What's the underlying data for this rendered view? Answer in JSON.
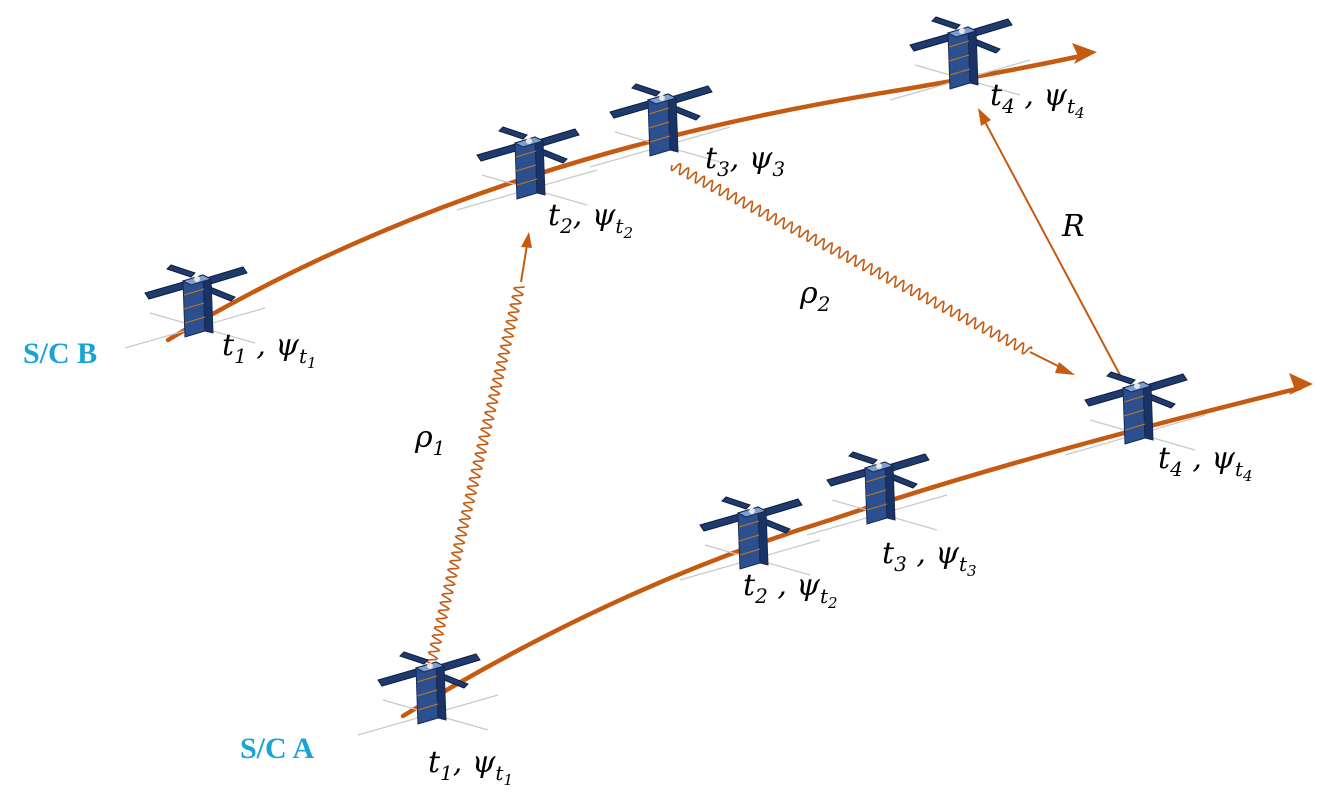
{
  "colors": {
    "orbit": "#c55a11",
    "spacecraft_label": "#1aa3d3",
    "spacecraft_body": "#2c4f8f",
    "solar_panel": "#1f3a6e"
  },
  "spacecraft": {
    "b": {
      "name": "S/C B",
      "states": [
        {
          "t": "t",
          "t_sub": "1",
          "sep": " , ",
          "psi": "ψ",
          "psi_sub": "t",
          "psi_subsub": "1"
        },
        {
          "t": "t",
          "t_sub": "2",
          "sep": ", ",
          "psi": "ψ",
          "psi_sub": "t",
          "psi_subsub": "2"
        },
        {
          "t": "t",
          "t_sub": "3",
          "sep": ", ",
          "psi": "ψ",
          "psi_sub": "3",
          "psi_subsub": ""
        },
        {
          "t": "t",
          "t_sub": "4",
          "sep": " , ",
          "psi": "ψ",
          "psi_sub": "t",
          "psi_subsub": "4"
        }
      ]
    },
    "a": {
      "name": "S/C A",
      "states": [
        {
          "t": "t",
          "t_sub": "1",
          "sep": ", ",
          "psi": "ψ",
          "psi_sub": "t",
          "psi_subsub": "1"
        },
        {
          "t": "t",
          "t_sub": "2",
          "sep": " , ",
          "psi": "ψ",
          "psi_sub": "t",
          "psi_subsub": "2"
        },
        {
          "t": "t",
          "t_sub": "3",
          "sep": " , ",
          "psi": "ψ",
          "psi_sub": "t",
          "psi_subsub": "3"
        },
        {
          "t": "t",
          "t_sub": "4",
          "sep": " , ",
          "psi": "ψ",
          "psi_sub": "t",
          "psi_subsub": "4"
        }
      ]
    }
  },
  "links": {
    "rho1": {
      "sym": "ρ",
      "sub": "1"
    },
    "rho2": {
      "sym": "ρ",
      "sub": "2"
    },
    "range": {
      "sym": "R"
    }
  }
}
